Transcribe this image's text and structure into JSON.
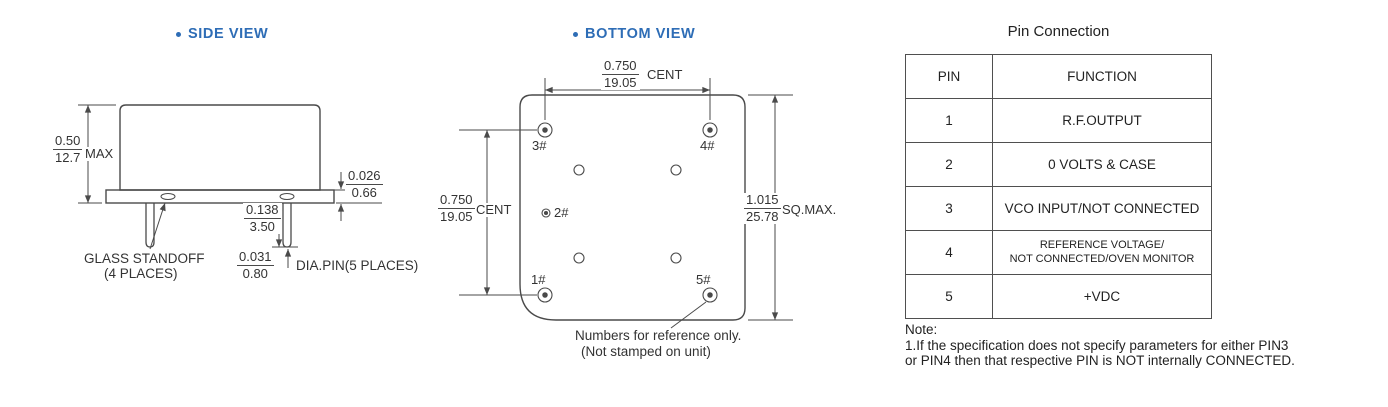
{
  "colors": {
    "accent_blue": "#2e6db6",
    "line": "#4a4a4a",
    "text": "#333333"
  },
  "side_view": {
    "title": "SIDE VIEW",
    "dim_height": {
      "num": "0.50",
      "den": "12.7",
      "suffix": "MAX"
    },
    "dim_base": {
      "num": "0.026",
      "den": "0.66"
    },
    "dim_pin_len": {
      "num": "0.138",
      "den": "3.50"
    },
    "dim_pin_dia": {
      "num": "0.031",
      "den": "0.80",
      "suffix": "DIA.PIN(5 PLACES)"
    },
    "standoff_label_1": "GLASS STANDOFF",
    "standoff_label_2": "(4 PLACES)"
  },
  "bottom_view": {
    "title": "BOTTOM VIEW",
    "dim_top": {
      "num": "0.750",
      "den": "19.05",
      "suffix": "CENT"
    },
    "dim_left": {
      "num": "0.750",
      "den": "19.05",
      "suffix": "CENT"
    },
    "dim_right": {
      "num": "1.015",
      "den": "25.78",
      "suffix": "SQ.MAX."
    },
    "pin_labels": {
      "p1": "1#",
      "p2": "2#",
      "p3": "3#",
      "p4": "4#",
      "p5": "5#"
    },
    "note_line1": "Numbers for reference only.",
    "note_line2": "(Not stamped on unit)"
  },
  "pin_table": {
    "title": "Pin Connection",
    "headers": {
      "pin": "PIN",
      "function": "FUNCTION"
    },
    "rows": [
      {
        "pin": "1",
        "function": "R.F.OUTPUT"
      },
      {
        "pin": "2",
        "function": "0 VOLTS & CASE"
      },
      {
        "pin": "3",
        "function": "VCO INPUT/NOT CONNECTED"
      },
      {
        "pin": "4",
        "function_line1": "REFERENCE VOLTAGE/",
        "function_line2": "NOT CONNECTED/OVEN MONITOR"
      },
      {
        "pin": "5",
        "function": "+VDC"
      }
    ]
  },
  "notes": {
    "label": "Note:",
    "line1": "1.If the specification does not specify parameters for either PIN3",
    "line2": "or PIN4 then that respective PIN is NOT internally CONNECTED."
  }
}
